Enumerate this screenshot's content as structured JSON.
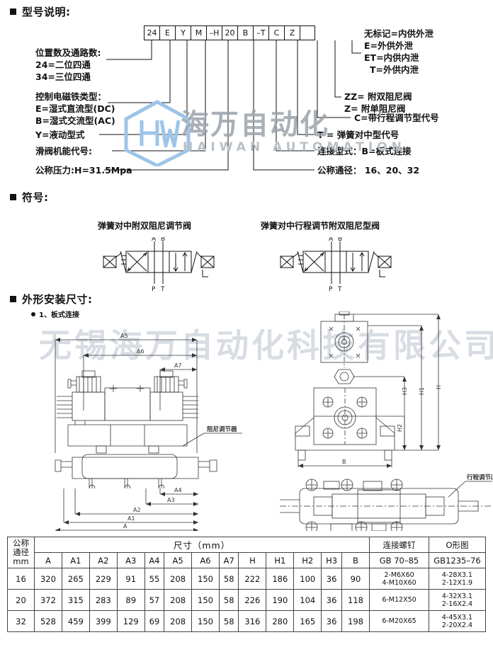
{
  "sections": {
    "model": {
      "heading": "型号说明:"
    },
    "symbol": {
      "heading": "符号:"
    },
    "dimension": {
      "heading": "外形安装尺寸:",
      "sub": "1、板式连接"
    }
  },
  "model_code": {
    "cells": [
      "24",
      "E",
      "Y",
      "M",
      "–H",
      "20",
      "B",
      "–T",
      "C",
      "Z",
      ""
    ]
  },
  "left_labels": {
    "l1_title": "位置数及通路数:",
    "l1_a": "24=二位四通",
    "l1_b": "34=三位四通",
    "l2_title": "控制电磁铁类型：",
    "l2_a": "E=湿式直流型(DC)",
    "l2_b": "B=湿式交流型(AC)",
    "l3": "Y=液动型式",
    "l4": "滑阀机能代号:",
    "l5": "公称压力:H=31.5Mpa"
  },
  "right_labels": {
    "r1_a": "无标记=内供外泄",
    "r1_b": "E=外供外泄",
    "r1_c": "ET=内供内泄",
    "r1_d": "T=外供内泄",
    "r2_a": "ZZ= 附双阻尼阀",
    "r2_b": "Z= 附单阻尼阀",
    "r3": "C=带行程调节型代号",
    "r4": "T = 弹簧对中型代号",
    "r5": "连接型式：B=板式连接",
    "r6": "公称通径：  16、20、32"
  },
  "symbols": {
    "left_title": "弹簧对中附双阻尼调节阀",
    "right_title": "弹簧对中行程调节附双阻尼型阀",
    "ports": {
      "a": "A",
      "b": "B",
      "p": "P",
      "t": "T"
    }
  },
  "drawing": {
    "dims_plan": [
      "A5",
      "A6",
      "A7",
      "A4",
      "A3",
      "A2",
      "A1",
      "A"
    ],
    "dims_side": [
      "H3",
      "H1",
      "H",
      "H2",
      "B"
    ],
    "note_damper": "阻尼调节器",
    "note_stroke": "行程调节器"
  },
  "watermark": {
    "big": "无锡海万自动化科技有限公司",
    "cn": "海万自动化",
    "en": "HAIWAN AUTOMATION",
    "logo_text": "HW",
    "logo_color": "#9fc4e8"
  },
  "table": {
    "header_group_nominal": [
      "公称",
      "通径",
      "mm"
    ],
    "header_group_size": "尺寸（mm）",
    "header_group_screw": "连接螺钉",
    "header_group_o": "O形图",
    "sub_headers": [
      "A",
      "A1",
      "A2",
      "A3",
      "A4",
      "A5",
      "A6",
      "A7",
      "H",
      "H1",
      "H2",
      "H3",
      "B"
    ],
    "screw_std": "GB 70–85",
    "o_std": "GB1235–76",
    "rows": [
      {
        "nominal": "16",
        "values": [
          "320",
          "265",
          "229",
          "91",
          "55",
          "208",
          "150",
          "58",
          "222",
          "186",
          "100",
          "36",
          "90"
        ],
        "screw": [
          "2-M6X60",
          "4-M10X60"
        ],
        "oring": [
          "4-28X3.1",
          "2-12X1.9"
        ]
      },
      {
        "nominal": "20",
        "values": [
          "372",
          "315",
          "283",
          "89",
          "57",
          "208",
          "150",
          "58",
          "226",
          "190",
          "104",
          "36",
          "118"
        ],
        "screw": [
          "6-M12X50",
          ""
        ],
        "oring": [
          "4-32X3.1",
          "2-16X2.4"
        ]
      },
      {
        "nominal": "32",
        "values": [
          "528",
          "459",
          "399",
          "129",
          "69",
          "208",
          "150",
          "58",
          "316",
          "280",
          "165",
          "36",
          "198"
        ],
        "screw": [
          "6-M20X65",
          ""
        ],
        "oring": [
          "4-45X3.1",
          "2-20X2.4"
        ]
      }
    ]
  }
}
